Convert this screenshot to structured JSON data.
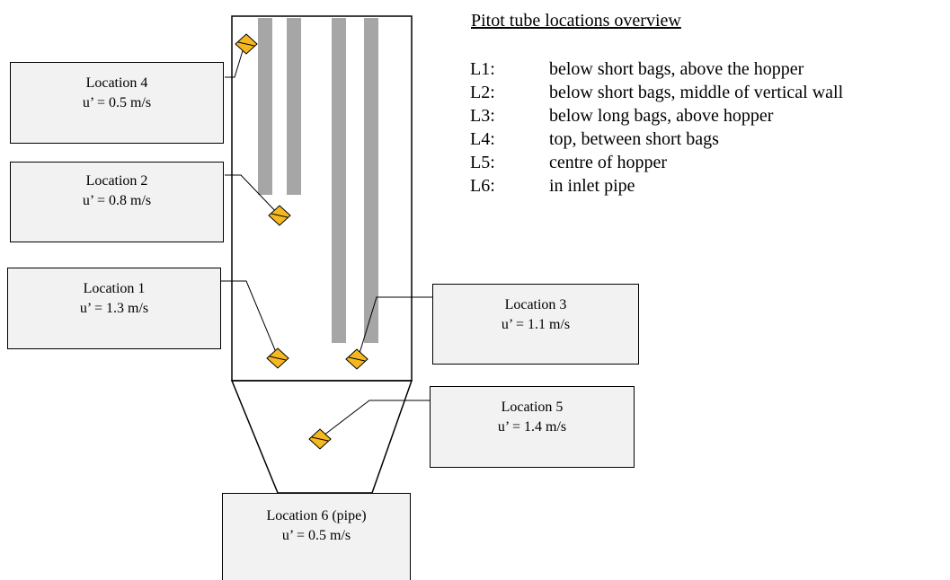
{
  "overview": {
    "title": "Pitot tube locations overview",
    "items": [
      {
        "code": "L1:",
        "text": "below short bags, above the hopper"
      },
      {
        "code": "L2:",
        "text": "below short bags, middle of vertical wall"
      },
      {
        "code": "L3:",
        "text": "below long bags, above hopper"
      },
      {
        "code": "L4:",
        "text": "top, between short bags"
      },
      {
        "code": "L5:",
        "text": "centre of hopper"
      },
      {
        "code": "L6:",
        "text": "in inlet pipe"
      }
    ]
  },
  "locations": {
    "loc4": {
      "title": "Location 4",
      "speed": "u’ = 0.5 m/s"
    },
    "loc2": {
      "title": "Location 2",
      "speed": "u’ = 0.8 m/s"
    },
    "loc1": {
      "title": "Location 1",
      "speed": "u’ = 1.3 m/s"
    },
    "loc3": {
      "title": "Location 3",
      "speed": "u’ = 1.1 m/s"
    },
    "loc5": {
      "title": "Location 5",
      "speed": "u’ = 1.4 m/s"
    },
    "loc6": {
      "title": "Location 6 (pipe)",
      "speed": "u’ = 0.5 m/s"
    }
  },
  "colors": {
    "marker_fill": "#f5b820",
    "bag_fill": "#a6a6a6",
    "box_fill": "#f2f2f2"
  }
}
